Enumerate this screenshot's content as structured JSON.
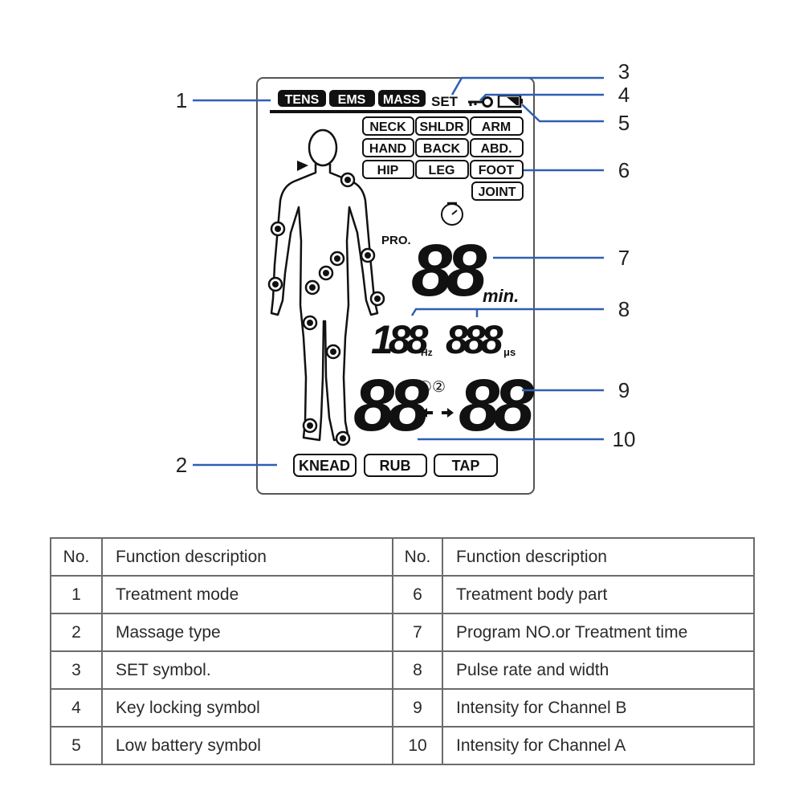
{
  "display": {
    "modes": [
      "TENS",
      "EMS",
      "MASS"
    ],
    "set_symbol": "SET",
    "body_parts": [
      "NECK",
      "SHLDR",
      "ARM",
      "HAND",
      "BACK",
      "ABD.",
      "HIP",
      "LEG",
      "FOOT",
      "JOINT"
    ],
    "program_label": "PRO.",
    "time_digits": "88",
    "time_unit": "min.",
    "pulse_rate_digits": "188",
    "pulse_rate_unit": "Hz",
    "pulse_width_digits": "888",
    "pulse_width_unit": "μs",
    "channel_symbols": "①②",
    "channel_left_digits": "88",
    "channel_right_digits": "88",
    "massage_types": [
      "KNEAD",
      "RUB",
      "TAP"
    ]
  },
  "callouts": [
    "1",
    "2",
    "3",
    "4",
    "5",
    "6",
    "7",
    "8",
    "9",
    "10"
  ],
  "table": {
    "headers": [
      "No.",
      "Function description",
      "No.",
      "Function description"
    ],
    "rows": [
      [
        "1",
        "Treatment mode",
        "6",
        "Treatment body part"
      ],
      [
        "2",
        "Massage type",
        "7",
        "Program NO.or Treatment time"
      ],
      [
        "3",
        "SET symbol.",
        "8",
        "Pulse rate and width"
      ],
      [
        "4",
        "Key locking symbol",
        "9",
        "Intensity for Channel B"
      ],
      [
        "5",
        "Low battery symbol",
        "10",
        "Intensity for Channel A"
      ]
    ]
  },
  "colors": {
    "leader": "#2f5fb3",
    "lcd": "#111111",
    "frame": "#6b6b6b"
  }
}
